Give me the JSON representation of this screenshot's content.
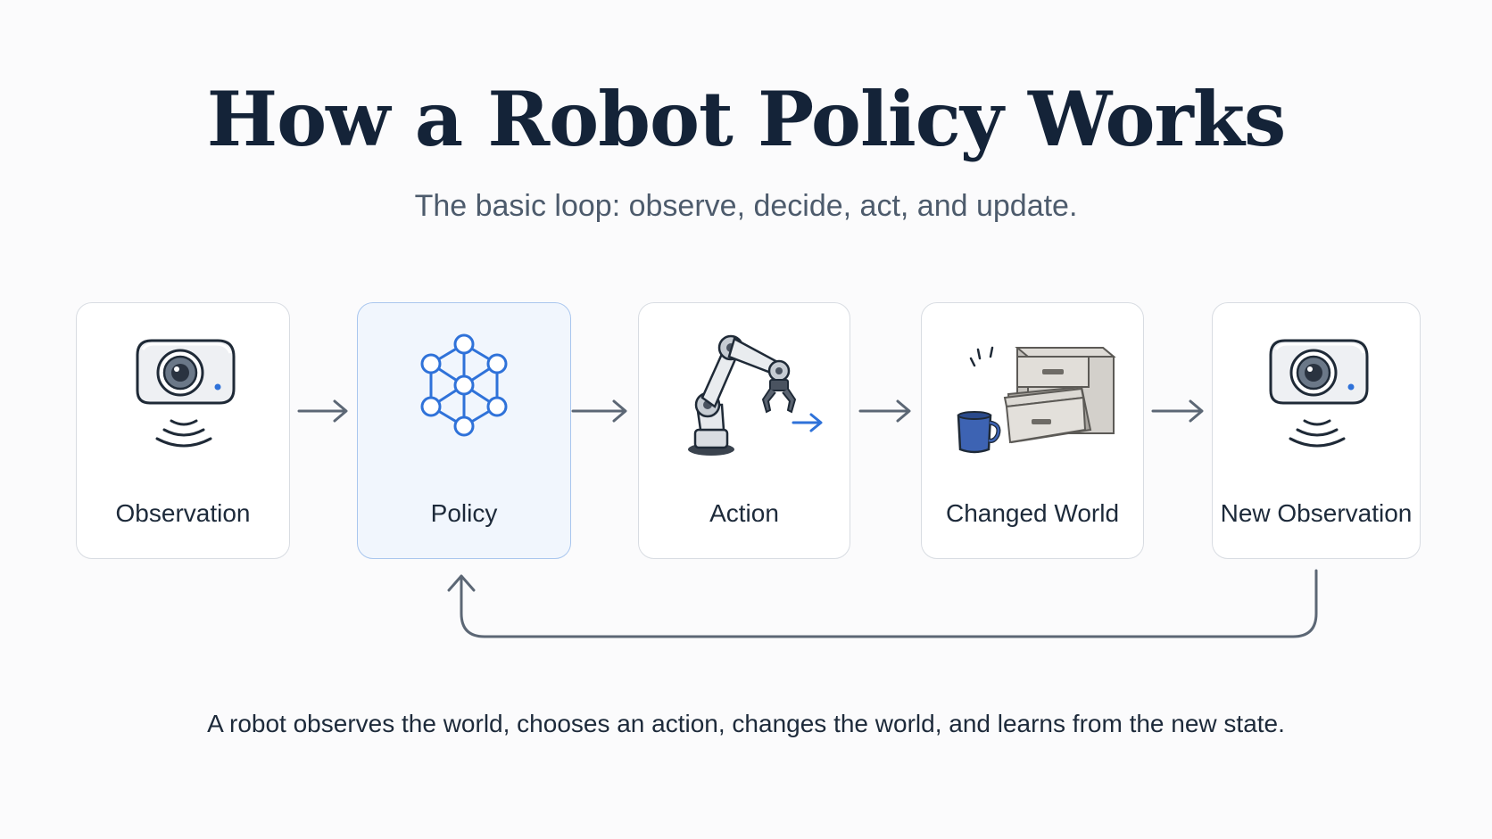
{
  "title": "How a Robot Policy Works",
  "subtitle": "The basic loop: observe, decide, act, and update.",
  "steps": [
    {
      "label": "Observation",
      "icon": "camera-icon"
    },
    {
      "label": "Policy",
      "icon": "neural-network-icon"
    },
    {
      "label": "Action",
      "icon": "robot-arm-icon"
    },
    {
      "label": "Changed World",
      "icon": "drawer-and-mug-icon"
    },
    {
      "label": "New Observation",
      "icon": "camera-icon"
    }
  ],
  "caption": "A robot observes the world, chooses an action, changes the world, and learns from the new state.",
  "colors": {
    "accent": "#2f72d9",
    "text": "#142338",
    "muted": "#4d5b6c",
    "arrow": "#5c6775"
  }
}
